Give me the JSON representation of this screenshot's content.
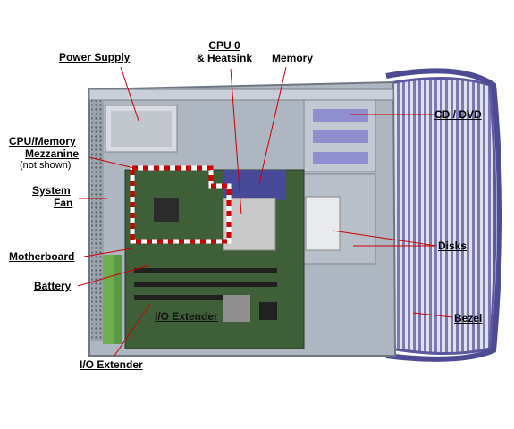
{
  "labels": {
    "power_supply": "Power Supply",
    "cpu0_line1": "CPU 0",
    "cpu0_line2": "& Heatsink",
    "memory": "Memory",
    "cd_dvd": "CD / DVD",
    "mezz_line1": "CPU/Memory",
    "mezz_line2": "Mezzanine",
    "mezz_note": "(not shown)",
    "fan_line1": "System",
    "fan_line2": "Fan",
    "disks": "Disks",
    "motherboard": "Motherboard",
    "battery": "Battery",
    "bezel": "Bezel",
    "io_extender_inner": "I/O Extender",
    "io_extender": "I/O Extender"
  },
  "colors": {
    "leader_line": "#cc0000",
    "chassis": "#a9b1bd",
    "board": "#3c5a36",
    "bezel": "#6e6aa8",
    "dashed_outline": "#d00000"
  }
}
